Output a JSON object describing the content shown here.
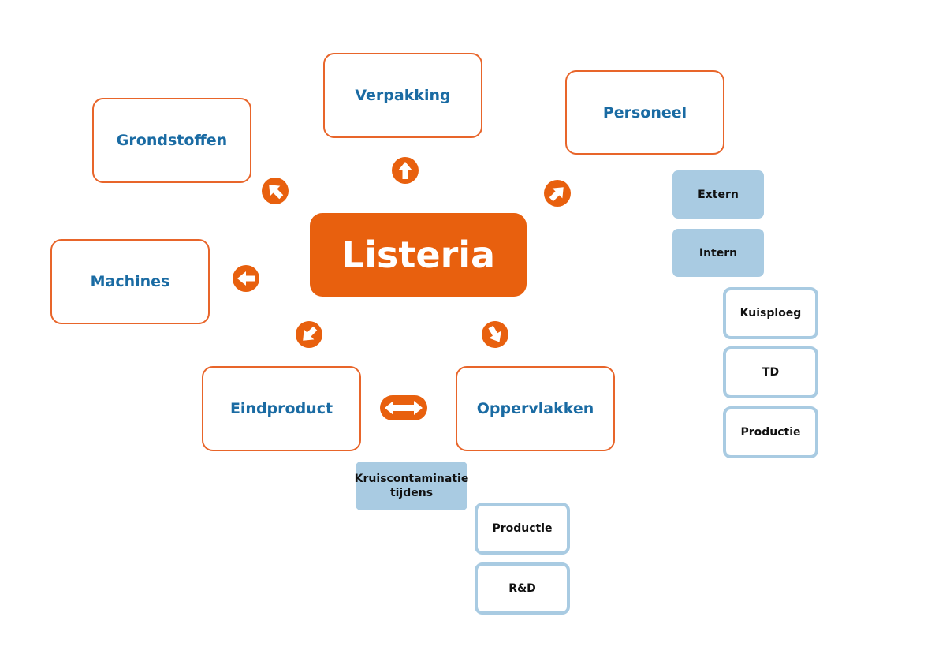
{
  "center": {
    "label": "Listeria"
  },
  "categories": {
    "grondstoffen": "Grondstoffen",
    "verpakking": "Verpakking",
    "personeel": "Personeel",
    "machines": "Machines",
    "eindproduct": "Eindproduct",
    "oppervlakken": "Oppervlakken"
  },
  "personeel_sub": {
    "extern": "Extern",
    "intern": "Intern",
    "intern_children": [
      "Kuisploeg",
      "TD",
      "Productie"
    ]
  },
  "kruis": {
    "label_line1": "Kruiscontaminatie",
    "label_line2": "tijdens",
    "children": [
      "Productie",
      "R&D"
    ]
  },
  "colors": {
    "accent": "#e8600e",
    "category_text": "#1a6ba3",
    "sub_fill": "#a9cbe2"
  },
  "icons": [
    "arrow-up-left-icon",
    "arrow-up-icon",
    "arrow-up-right-icon",
    "arrow-left-icon",
    "arrow-down-left-icon",
    "arrow-down-right-icon",
    "double-arrow-horizontal-icon"
  ]
}
